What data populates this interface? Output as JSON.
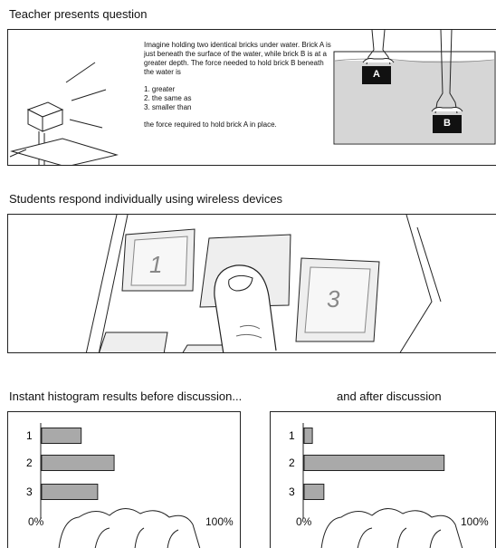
{
  "headings": {
    "step1": "Teacher presents question",
    "step2": "Students respond individually using wireless devices",
    "step3_before": "Instant histogram results before discussion...",
    "step3_after": "and after discussion"
  },
  "question": {
    "body": "Imagine holding two identical bricks under water. Brick A is just beneath the surface of the water, while brick B is at a greater depth. The force needed to hold brick B beneath the water is",
    "options": [
      "1. greater",
      "2. the same as",
      "3. smaller than"
    ],
    "ending": "the force required to hold brick A in place.",
    "brick_a_label": "A",
    "brick_b_label": "B"
  },
  "keypad": {
    "keys": [
      "1",
      "3"
    ]
  },
  "chart_data": [
    {
      "type": "bar",
      "orientation": "horizontal",
      "title": "Instant histogram results before discussion...",
      "categories": [
        "1",
        "2",
        "3"
      ],
      "values": [
        24,
        44,
        34
      ],
      "xlim": [
        0,
        100
      ],
      "xlabel_min": "0%",
      "xlabel_max": "100%"
    },
    {
      "type": "bar",
      "orientation": "horizontal",
      "title": "and after discussion",
      "categories": [
        "1",
        "2",
        "3"
      ],
      "values": [
        5,
        85,
        12
      ],
      "xlim": [
        0,
        100
      ],
      "xlabel_min": "0%",
      "xlabel_max": "100%"
    }
  ],
  "colors": {
    "bar_fill": "#a9a9a9",
    "line": "#222222",
    "water": "#d6d6d6",
    "brick": "#111111"
  }
}
